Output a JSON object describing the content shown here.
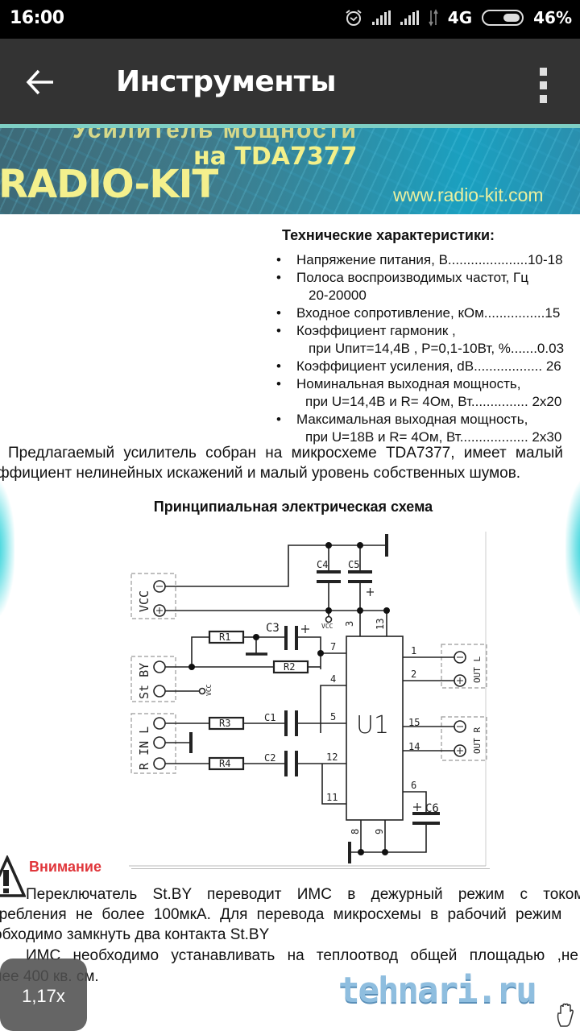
{
  "status_bar": {
    "time": "16:00",
    "network": "4G",
    "battery_percent": "46%",
    "battery_level": 0.46,
    "icons": [
      "alarm-icon",
      "signal-icon",
      "signal-icon",
      "data-arrows-icon",
      "battery-icon"
    ]
  },
  "app_bar": {
    "title": "Инструменты",
    "back_icon": "arrow-left-icon",
    "menu_icon": "more-vertical-icon"
  },
  "document": {
    "banner": {
      "top_text": "Усилитель мощности",
      "subtitle": "на TDA7377",
      "brand": "RADIO-KIT",
      "url": "www.radio-kit.com"
    },
    "specs_title": "Технические характеристики:",
    "specs": [
      {
        "text": "Напряжение питания, В.....................10-18",
        "cont": ""
      },
      {
        "text": "Полоса воспроизводимых частот, Гц",
        "cont": "20-20000"
      },
      {
        "text": "Входное сопротивление, кОм................15",
        "cont": ""
      },
      {
        "text": "Коэффициент гармоник ,",
        "cont": "при Uпит=14,4В , Р=0,1-10Вт, %.......0.03"
      },
      {
        "text": "Коэффициент усиления, dB.................. 26",
        "cont": ""
      },
      {
        "text": "Номинальная выходная мощность,",
        "cont": "при U=14,4В и R= 4Ом, Вт............... 2х20"
      },
      {
        "text": "Максимальная выходная мощность,",
        "cont": "при U=18В и R= 4Ом, Вт.................. 2х30"
      }
    ],
    "intro_line1": "Предлагаемый усилитель собран на микросхеме TDA7377, имеет малый",
    "intro_line2": "ффициент нелинейных искажений и малый уровень собственных шумов.",
    "schematic_title": "Принципиальная электрическая схема",
    "schematic": {
      "ic_label": "U1",
      "connectors": {
        "vcc": "VCC",
        "standby": "St BY",
        "input": "R IN L",
        "out_left": "OUT L",
        "out_right": "OUT R"
      },
      "vcc_ref": "VCC",
      "resistors": [
        "R1",
        "R2",
        "R3",
        "R4"
      ],
      "capacitors": [
        "C1",
        "C2",
        "C3",
        "C4",
        "C5",
        "C6"
      ],
      "pins": [
        "1",
        "2",
        "3",
        "4",
        "5",
        "6",
        "7",
        "8",
        "9",
        "11",
        "12",
        "13",
        "14",
        "15"
      ]
    },
    "warning_title": "Внимание",
    "warning_lines": [
      "Переключатель St.BY переводит ИМС в дежурный режим с током",
      "требления не более 100мкА. Для перевода микросхемы в рабочий режим",
      "обходимо замкнуть два контакта St.BY",
      "ИМС необходимо устанавливать на теплоотвод общей площадью ,не",
      "нее 400 кв. см."
    ],
    "watermark": "tehnari.ru"
  },
  "zoom_badge": "1,17x",
  "colors": {
    "status_bar": "#000000",
    "app_bar": "#333333",
    "accent_line": "#7ecfc4",
    "warning_title": "#e0363b",
    "edge_glow": "#00c8d0"
  }
}
